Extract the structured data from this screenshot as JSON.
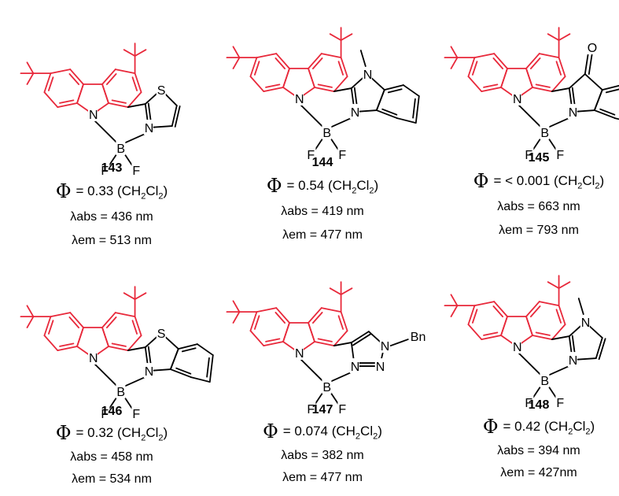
{
  "compounds": [
    {
      "id": "143",
      "phi_value": "= 0.33 (CH",
      "solvent_sub": "2",
      "solvent_rest": "Cl",
      "solvent_sub2": "2",
      "solvent_end": ")",
      "abs": "λabs = 436 nm",
      "em": "λem = 513 nm",
      "heterocycle": "thiazole",
      "labels": {
        "S": "S",
        "N1": "N",
        "N2": "N",
        "B": "B",
        "F1": "F",
        "F2": "F"
      }
    },
    {
      "id": "144",
      "phi_value": "= 0.54 (CH",
      "solvent_sub": "2",
      "solvent_rest": "Cl",
      "solvent_sub2": "2",
      "solvent_end": ")",
      "abs": "λabs = 419  nm",
      "em": "λem = 477 nm",
      "heterocycle": "N-methylbenzimidazole",
      "labels": {
        "N1": "N",
        "N2": "N",
        "N3": "N",
        "B": "B",
        "F1": "F",
        "F2": "F"
      }
    },
    {
      "id": "145",
      "phi_value": "= < 0.001 (CH",
      "solvent_sub": "2",
      "solvent_rest": "Cl",
      "solvent_sub2": "2",
      "solvent_end": ")",
      "abs": "λabs = 663 nm",
      "em": "λem = 793 nm",
      "heterocycle": "indolone",
      "labels": {
        "O": "O",
        "N1": "N",
        "N2": "N",
        "B": "B",
        "F1": "F",
        "F2": "F"
      }
    },
    {
      "id": "146",
      "phi_value": "= 0.32 (CH",
      "solvent_sub": "2",
      "solvent_rest": "Cl",
      "solvent_sub2": "2",
      "solvent_end": ")",
      "abs": "λabs = 458 nm",
      "em": "λem = 534 nm",
      "heterocycle": "benzothiazole",
      "labels": {
        "S": "S",
        "N1": "N",
        "N2": "N",
        "B": "B",
        "F1": "F",
        "F2": "F"
      }
    },
    {
      "id": "147",
      "phi_value": "= 0.074 (CH",
      "solvent_sub": "2",
      "solvent_rest": "Cl",
      "solvent_sub2": "2",
      "solvent_end": ")",
      "abs": "λabs = 382 nm",
      "em": "λem = 477 nm",
      "heterocycle": "1-benzyl-1,2,3-triazole",
      "labels": {
        "N1": "N",
        "N2": "N",
        "N3": "N",
        "N4": "N",
        "Bn": "Bn",
        "B": "B",
        "F1": "F",
        "F2": "F"
      }
    },
    {
      "id": "148",
      "phi_value": "= 0.42 (CH",
      "solvent_sub": "2",
      "solvent_rest": "Cl",
      "solvent_sub2": "2",
      "solvent_end": ")",
      "abs": "λabs = 394 nm",
      "em": "λem = 427nm",
      "heterocycle": "N-methylimidazole",
      "labels": {
        "N1": "N",
        "N2": "N",
        "N3": "N",
        "B": "B",
        "F1": "F",
        "F2": "F"
      }
    }
  ],
  "phi_symbol": "Φ",
  "colors": {
    "core": "#e8283a",
    "heterocycle": "#000000"
  }
}
